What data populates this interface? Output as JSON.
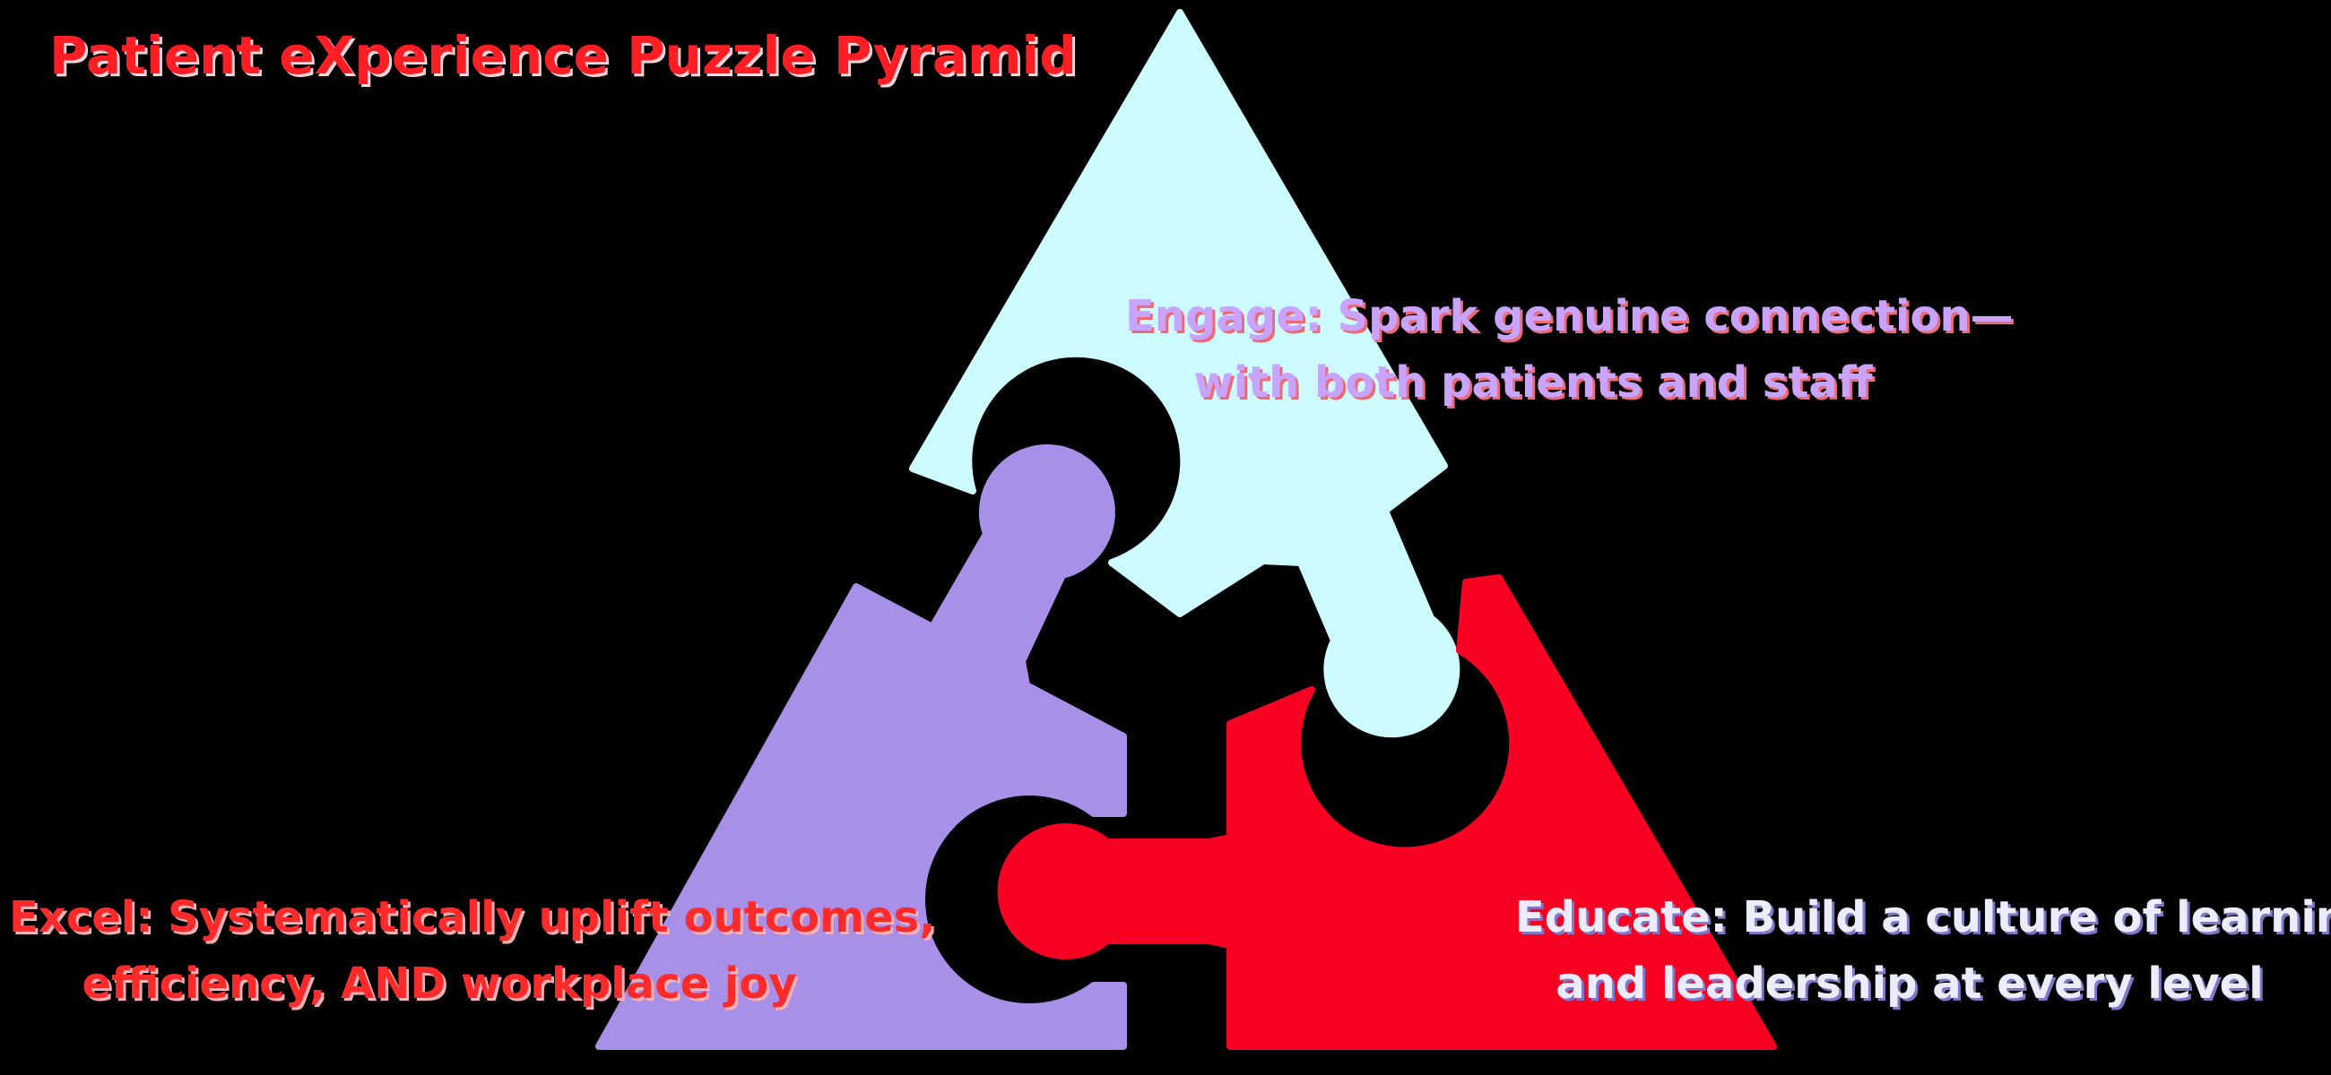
{
  "title": "Patient eXperience Puzzle Pyramid",
  "pieces": [
    {
      "id": "engage",
      "color": "#ccfcff",
      "label_color": "#c9a4ff",
      "label_lines": [
        "Engage: Spark genuine connection—",
        "with both patients and staff"
      ]
    },
    {
      "id": "excel",
      "color": "#a890e8",
      "label_color": "#ff2a2a",
      "label_lines": [
        "Excel: Systematically uplift outcomes,",
        "efficiency, AND workplace joy"
      ]
    },
    {
      "id": "educate",
      "color": "#f70022",
      "label_color": "#ececff",
      "label_lines": [
        "Educate: Build a culture of learning",
        "and leadership at every level"
      ]
    }
  ]
}
